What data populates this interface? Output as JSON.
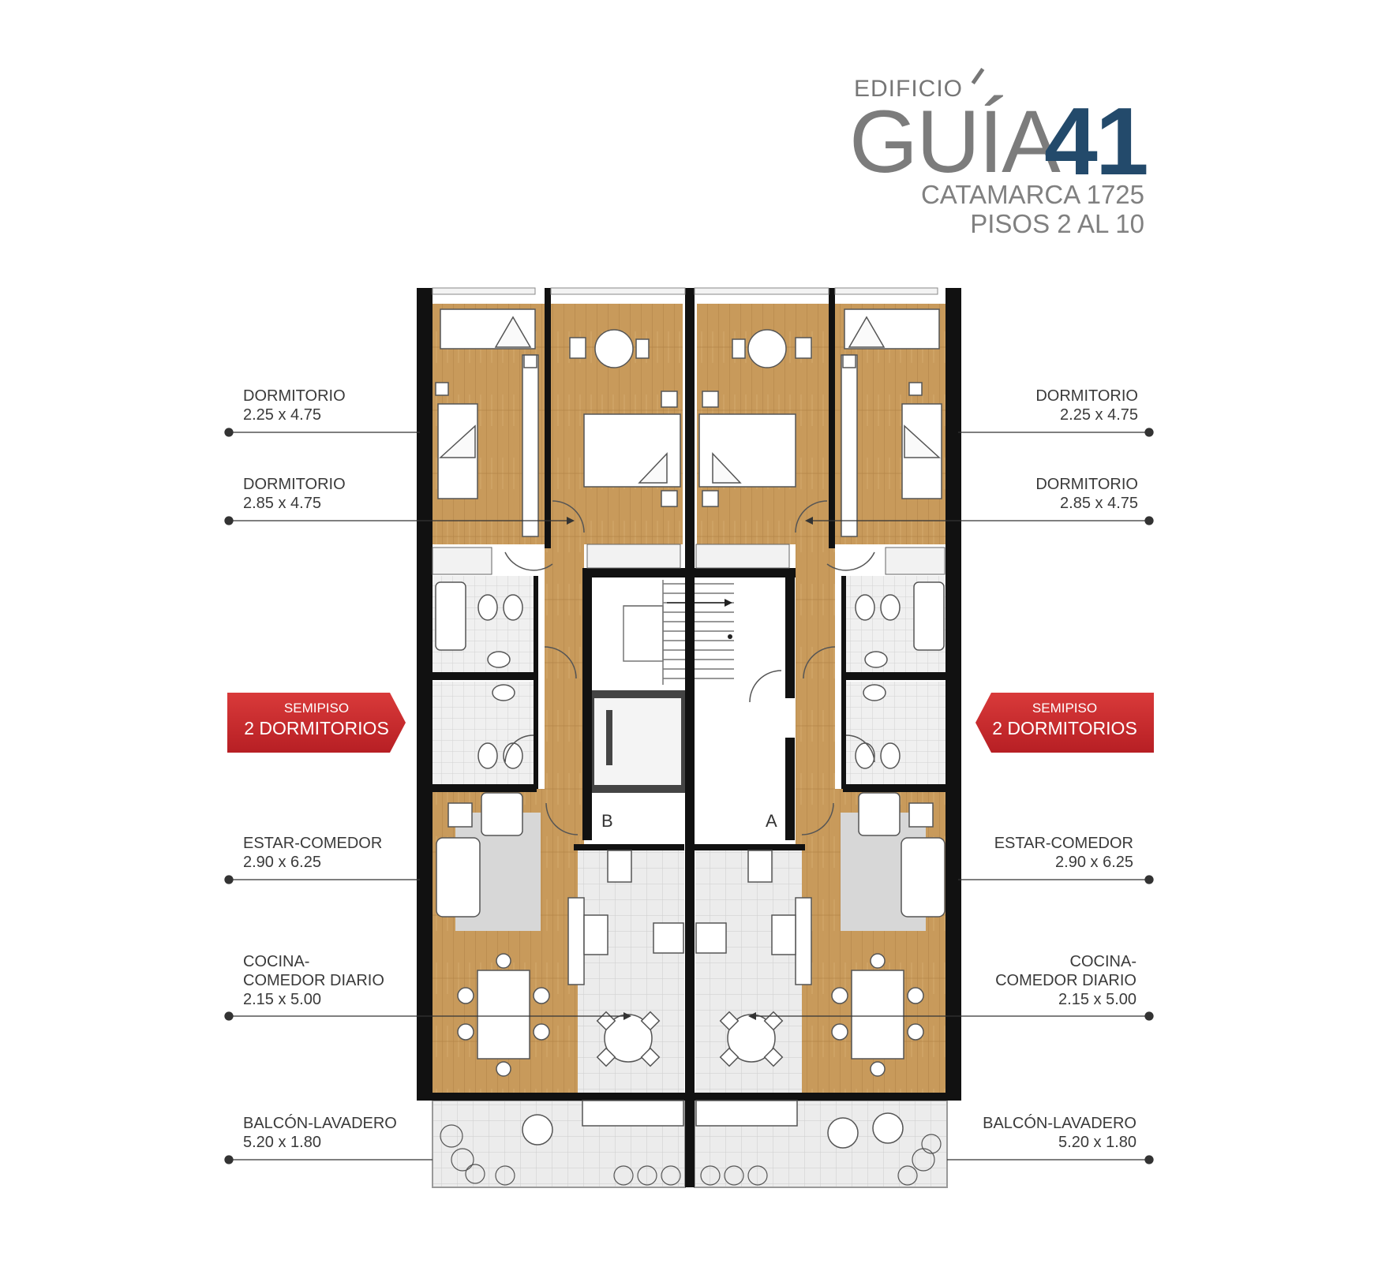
{
  "brand": {
    "prefix": "EDIFICIO",
    "name": "GUÍA",
    "number": "41",
    "address": "CATAMARCA 1725",
    "floors": "PISOS 2 AL 10",
    "colors": {
      "gray": "#7c7c7c",
      "blue": "#234a6b"
    }
  },
  "labels_left": [
    {
      "name": "DORMITORIO",
      "size": "2.25 x 4.75"
    },
    {
      "name": "DORMITORIO",
      "size": "2.85 x 4.75"
    },
    {
      "name": "ESTAR-COMEDOR",
      "size": "2.90 x 6.25"
    },
    {
      "line1": "COCINA-",
      "line2": "COMEDOR DIARIO",
      "size": "2.15 x 5.00"
    },
    {
      "name": "BALCÓN-LAVADERO",
      "size": "5.20 x 1.80"
    }
  ],
  "labels_right": [
    {
      "name": "DORMITORIO",
      "size": "2.25 x 4.75"
    },
    {
      "name": "DORMITORIO",
      "size": "2.85 x 4.75"
    },
    {
      "name": "ESTAR-COMEDOR",
      "size": "2.90 x 6.25"
    },
    {
      "line1": "COCINA-",
      "line2": "COMEDOR DIARIO",
      "size": "2.15 x 5.00"
    },
    {
      "name": "BALCÓN-LAVADERO",
      "size": "5.20 x 1.80"
    }
  ],
  "tags": {
    "left": {
      "small": "SEMIPISO",
      "big": "2 DORMITORIOS"
    },
    "right": {
      "small": "SEMIPISO",
      "big": "2 DORMITORIOS"
    },
    "color": "#c8282c"
  },
  "plan": {
    "units": {
      "left": "B",
      "right": "A"
    },
    "colors": {
      "wood": "#c99a5b",
      "wall": "#111111",
      "tile": "#e9e9e9"
    }
  }
}
